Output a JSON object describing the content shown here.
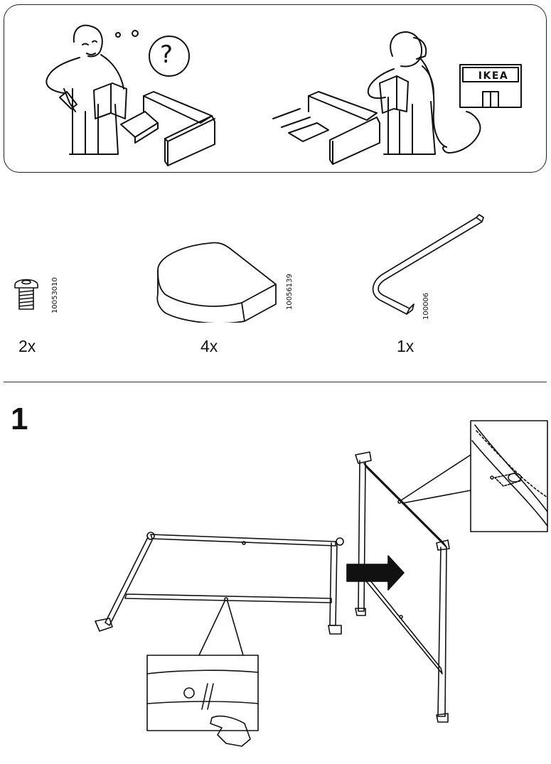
{
  "help_panel": {
    "question_mark": "?",
    "store_sign": "IKEA"
  },
  "parts": [
    {
      "code": "10053010",
      "quantity": "2x",
      "icon": "screw-icon"
    },
    {
      "code": "10056139",
      "quantity": "4x",
      "icon": "foot-pad-icon"
    },
    {
      "code": "100006",
      "quantity": "1x",
      "icon": "allen-key-icon"
    }
  ],
  "step": {
    "number": "1"
  }
}
